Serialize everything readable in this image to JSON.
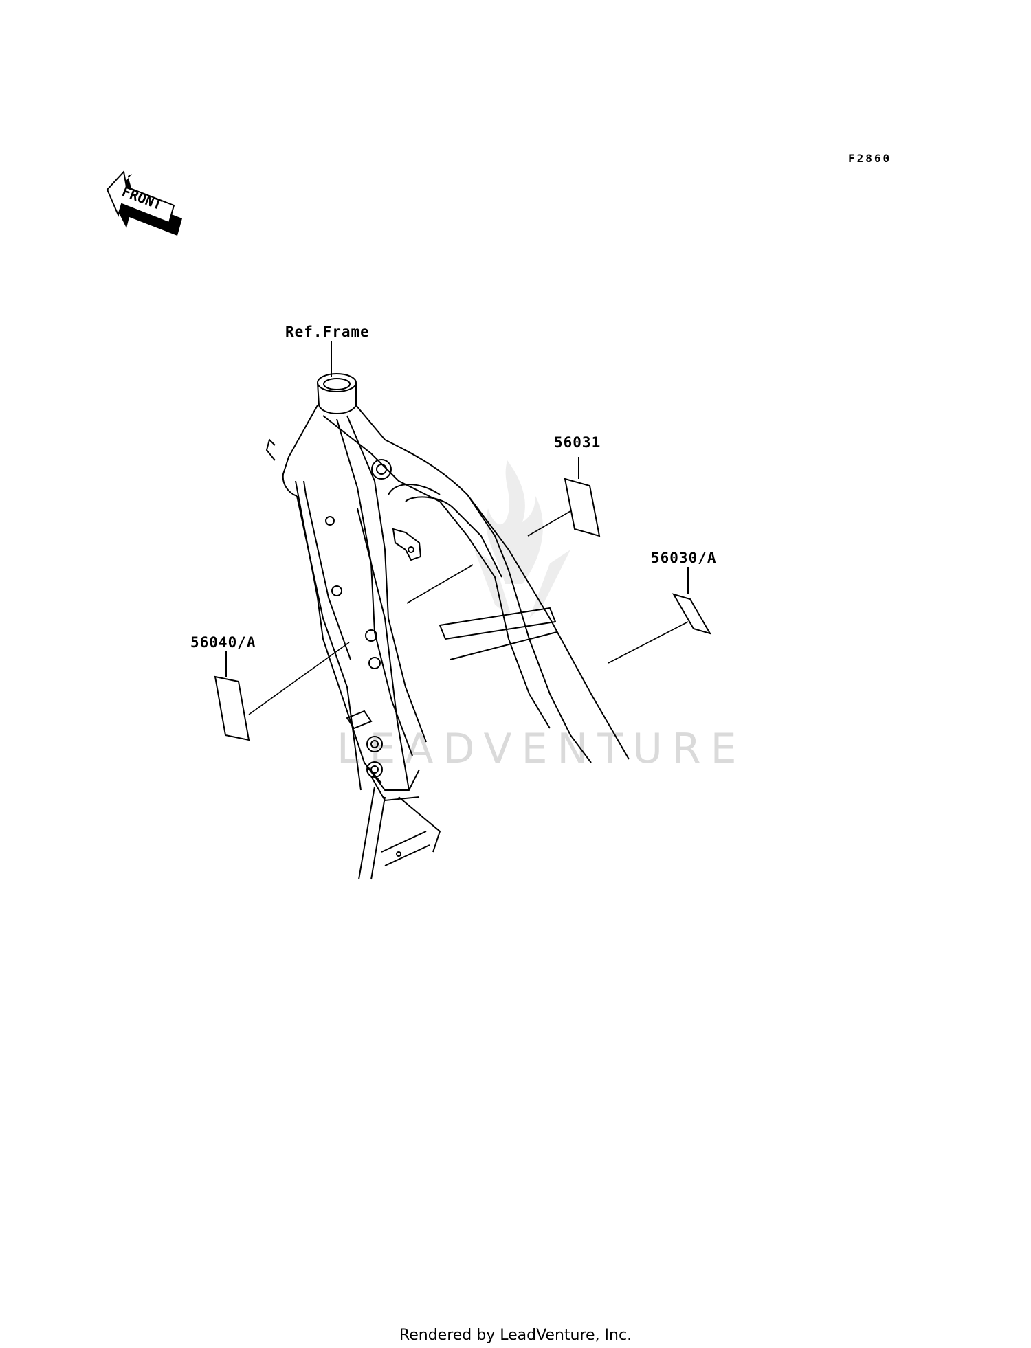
{
  "diagram_code": "F2860",
  "front_arrow": {
    "text": "FRONT",
    "icon": "front-arrow-icon"
  },
  "labels": {
    "ref_frame": "Ref.Frame",
    "part_56031": "56031",
    "part_56030": "56030/A",
    "part_56040": "56040/A"
  },
  "watermark": {
    "text": "LEADVENTURE",
    "logo": "leadventure-flame-logo"
  },
  "footer": "Rendered by LeadVenture, Inc."
}
